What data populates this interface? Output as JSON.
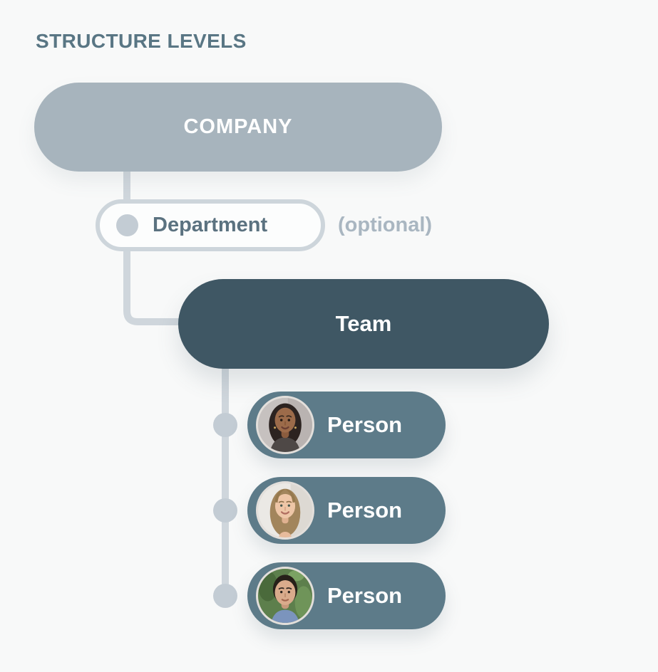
{
  "header": {
    "title": "STRUCTURE LEVELS"
  },
  "levels": {
    "company": {
      "label": "COMPANY"
    },
    "department": {
      "label": "Department",
      "note": "(optional)"
    },
    "team": {
      "label": "Team"
    },
    "persons": [
      {
        "label": "Person",
        "avatar": "woman-dark-curly-hair"
      },
      {
        "label": "Person",
        "avatar": "woman-long-light-brown-hair"
      },
      {
        "label": "Person",
        "avatar": "woman-short-dark-hair-green-background"
      }
    ]
  },
  "palette": {
    "background": "#f8f9f9",
    "heading_text": "#597684",
    "company_fill": "#a7b4bd",
    "company_text": "#ffffff",
    "department_fill": "#fcfdfd",
    "department_border": "#cdd5db",
    "department_text": "#5b7280",
    "department_dot": "#c3ccd4",
    "optional_text": "#a9b6c1",
    "team_fill": "#3f5764",
    "team_text": "#ffffff",
    "person_fill": "#5d7b89",
    "person_text": "#ffffff",
    "connector": "#cfd6dc",
    "connector_dot": "#c3ccd4"
  }
}
